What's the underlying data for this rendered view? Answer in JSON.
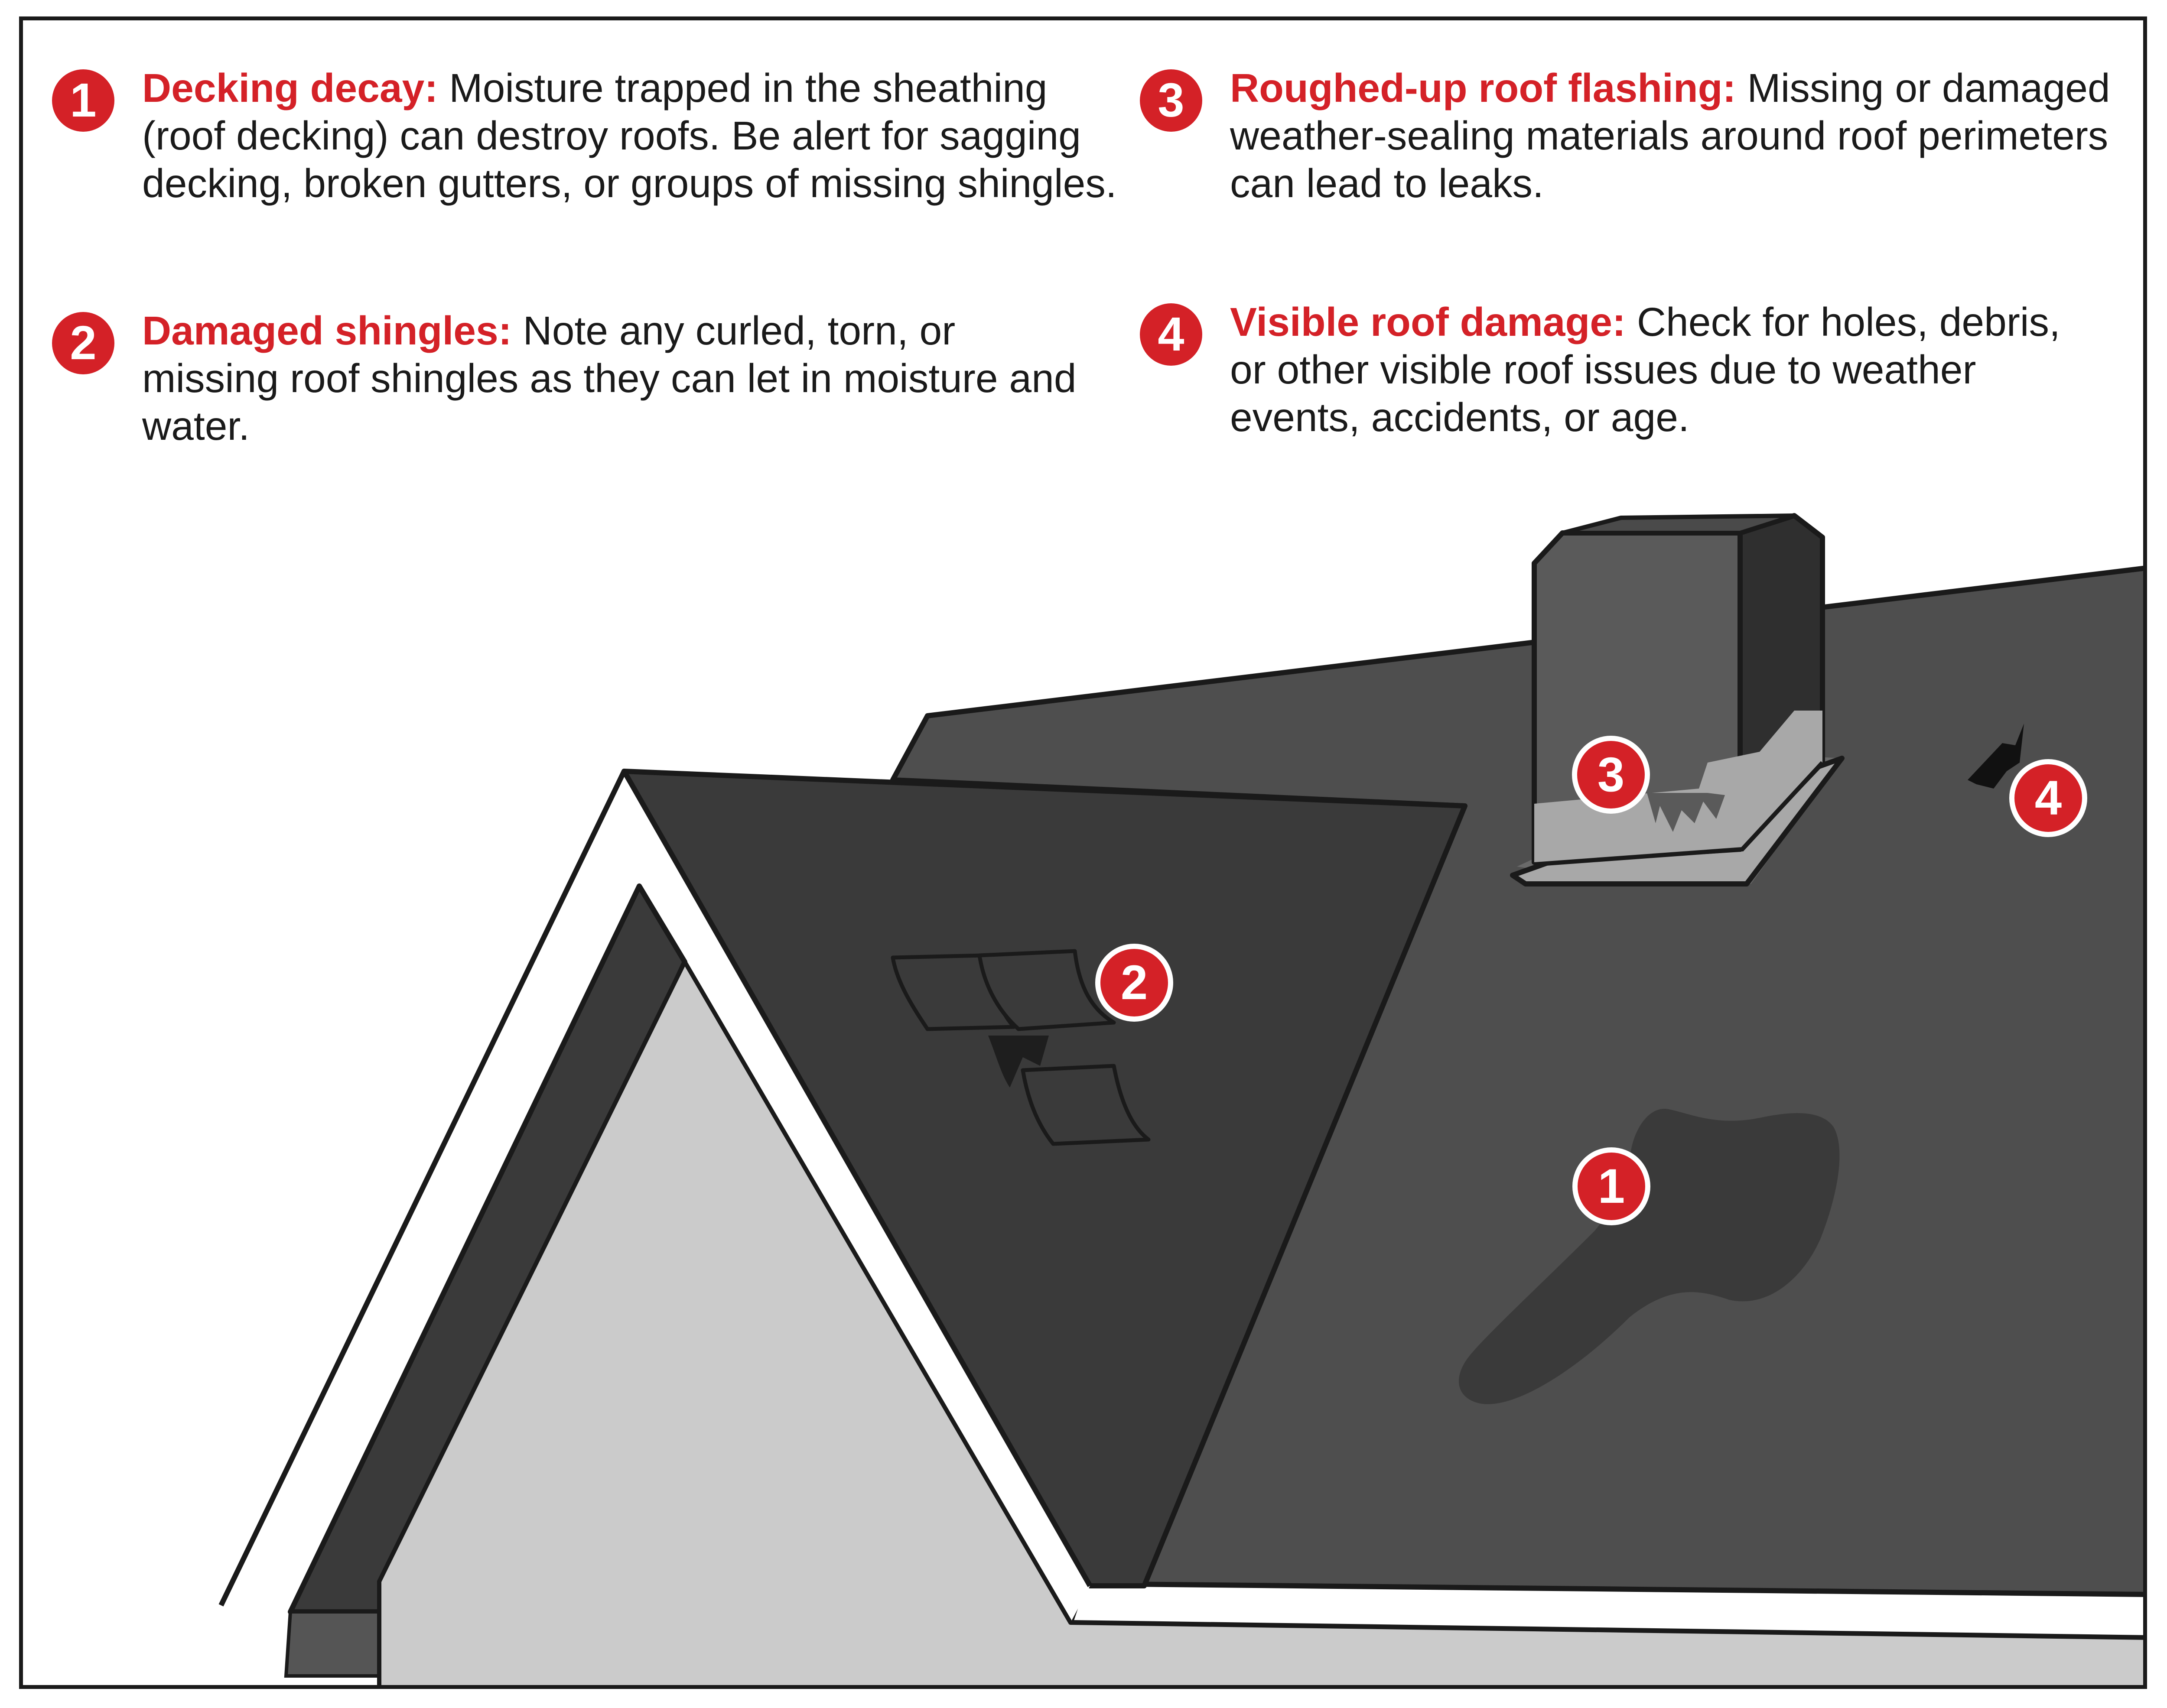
{
  "colors": {
    "accent_red": "#d42127",
    "roof_main": "#4e4e4e",
    "roof_gable": "#3a3a3a",
    "gable_wall": "#cbcbcb",
    "flashing": "#a8a8a8",
    "outline": "#1a1a1a"
  },
  "legend": [
    {
      "number": "1",
      "title": "Decking decay:",
      "text": " Moisture trapped in the sheathing (roof decking) can destroy roofs. Be alert for sagging decking, broken gutters, or groups of missing shingles."
    },
    {
      "number": "2",
      "title": "Damaged shingles:",
      "text": " Note any curled, torn, or missing roof shingles as they can let in moisture and water."
    },
    {
      "number": "3",
      "title": "Roughed-up roof flashing:",
      "text": " Missing or damaged weather-sealing materials around roof perimeters can lead to leaks."
    },
    {
      "number": "4",
      "title": "Visible roof damage:",
      "text": " Check for holes, debris, or other visible roof issues due to weather events, accidents, or age."
    }
  ],
  "markers": [
    "1",
    "2",
    "3",
    "4"
  ]
}
